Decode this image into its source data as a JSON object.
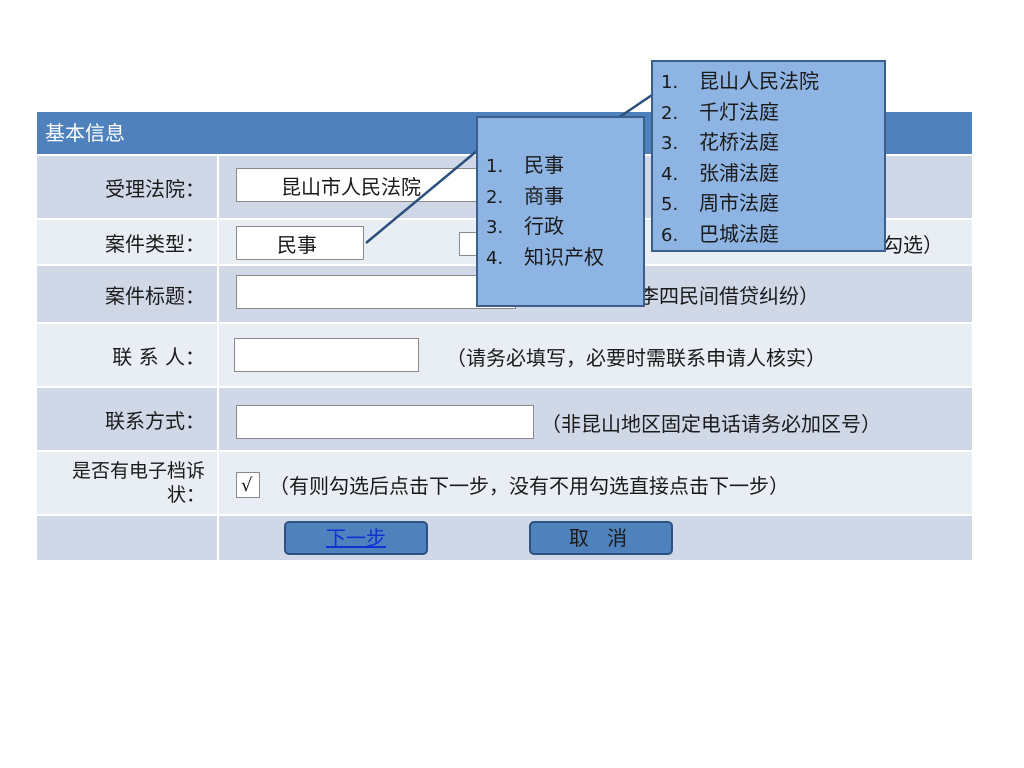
{
  "form": {
    "header": "基本信息",
    "rows": {
      "court": {
        "label": "受理法院：",
        "value": "昆山市人民法院"
      },
      "case_type": {
        "label": "案件类型：",
        "value": "民事",
        "note": "勾选）"
      },
      "case_title": {
        "label": "案件标题：",
        "value": "",
        "note": "李四民间借贷纠纷）"
      },
      "contact_person": {
        "label": "联 系 人：",
        "value": "",
        "note": "（请务必填写，必要时需联系申请人核实）"
      },
      "contact_method": {
        "label": "联系方式：",
        "value": "",
        "note": "（非昆山地区固定电话请务必加区号）"
      },
      "e_complaint": {
        "label": "是否有电子档诉状：",
        "checkbox": "√",
        "note": "（有则勾选后点击下一步，没有不用勾选直接点击下一步）"
      }
    },
    "buttons": {
      "next": "下一步",
      "cancel": "取 消"
    }
  },
  "callouts": {
    "case_types": {
      "items": [
        {
          "num": "1.",
          "label": "民事"
        },
        {
          "num": "2.",
          "label": "商事"
        },
        {
          "num": "3.",
          "label": "行政"
        },
        {
          "num": "4.",
          "label": "知识产权"
        }
      ]
    },
    "courts": {
      "items": [
        {
          "num": "1.",
          "label": "昆山人民法院"
        },
        {
          "num": "2.",
          "label": "千灯法庭"
        },
        {
          "num": "3.",
          "label": "花桥法庭"
        },
        {
          "num": "4.",
          "label": "张浦法庭"
        },
        {
          "num": "5.",
          "label": "周市法庭"
        },
        {
          "num": "6.",
          "label": "巴城法庭"
        }
      ]
    }
  },
  "colors": {
    "header": "#4f81bd",
    "row_dark": "#d0d8e8",
    "row_light": "#e9edf4",
    "callout": "#8db4e2"
  }
}
